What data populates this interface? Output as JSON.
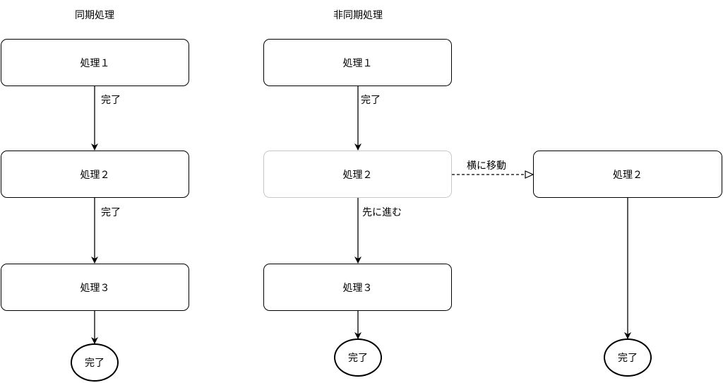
{
  "sync": {
    "title": "同期処理",
    "steps": [
      "処理１",
      "処理２",
      "処理３"
    ],
    "edge_labels": [
      "完了",
      "完了"
    ],
    "end": "完了"
  },
  "async": {
    "title": "非同期処理",
    "steps": [
      "処理１",
      "処理２",
      "処理３"
    ],
    "edge_labels": [
      "完了",
      "先に進む"
    ],
    "end": "完了",
    "side_label": "横に移動",
    "side_step": "処理２",
    "side_end": "完了"
  }
}
